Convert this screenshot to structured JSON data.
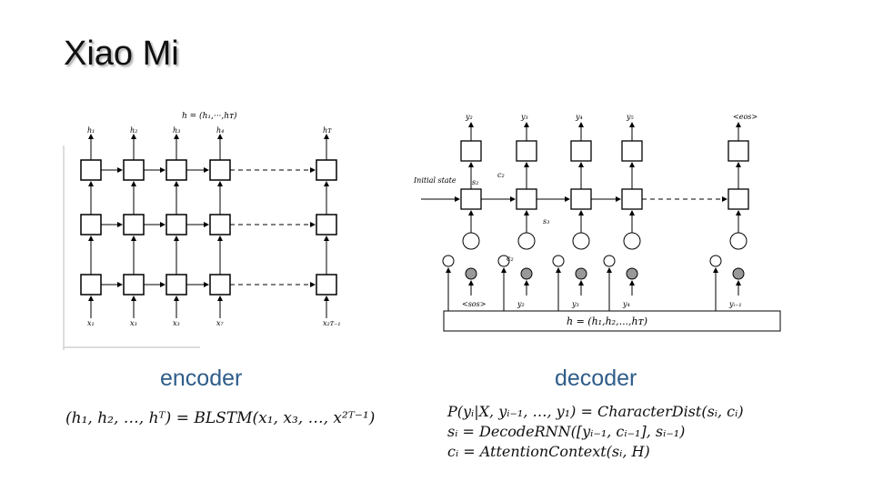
{
  "slide": {
    "title": "Xiao Mi",
    "encoder_caption": "encoder",
    "decoder_caption": "decoder"
  },
  "encoder_figure": {
    "top_label": "h = (h₁,···,hᴛ)",
    "outputs": [
      "h₁",
      "h₂",
      "h₃",
      "h₄",
      "hᴛ"
    ],
    "inputs": [
      "x₁",
      "x₃",
      "x₃",
      "x₇",
      "x₂ᴛ₋₁"
    ]
  },
  "decoder_figure": {
    "outputs": [
      "y₂",
      "y₃",
      "y₄",
      "y₅",
      "<eos>"
    ],
    "inputs": [
      "<sos>",
      "y₂",
      "y₃",
      "y₄",
      "yᵢ₋₁"
    ],
    "initial_state": "Initial state",
    "state_labels": [
      "c₂",
      "s₂",
      "s₃",
      "c₂"
    ],
    "bottom_label": "h = (h₁,h₂,...,hᴛ)"
  },
  "formulas": {
    "encoder": "(h₁, h₂, …, hᵀ) = BLSTM(x₁, x₃, …, x²ᵀ⁻¹)",
    "decoder": [
      "P(yᵢ|X, yᵢ₋₁, …, y₁) = CharacterDist(sᵢ, cᵢ)",
      "sᵢ = DecodeRNN([yᵢ₋₁, cᵢ₋₁], sᵢ₋₁)",
      "cᵢ = AttentionContext(sᵢ, H)"
    ]
  }
}
